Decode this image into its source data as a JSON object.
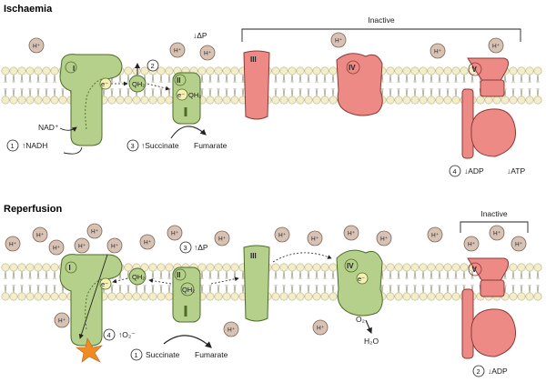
{
  "panels": {
    "ischaemia": {
      "title": "Ischaemia",
      "inactive_label": "Inactive",
      "proton_label": "H⁺",
      "delta_p": "↓ΔP",
      "complexes": [
        "I",
        "II",
        "III",
        "IV",
        "V"
      ],
      "electron": "e⁻",
      "qh2": "QH₂",
      "nad_plus": "NAD⁺",
      "nadh": "↑NADH",
      "succinate": "↑Succinate",
      "fumarate": "Fumarate",
      "adp": "↓ADP",
      "atp": "↓ATP",
      "steps": [
        "1",
        "2",
        "3",
        "4"
      ]
    },
    "reperfusion": {
      "title": "Reperfusion",
      "inactive_label": "Inactive",
      "proton_label": "H⁺",
      "delta_p": "↑ΔP",
      "complexes": [
        "I",
        "II",
        "III",
        "IV",
        "V"
      ],
      "electron": "e⁻",
      "qh2": "QH₂",
      "superoxide": "↑O₂⁻",
      "o2": "O₂",
      "h2o": "H₂O",
      "succinate": "Succinate",
      "fumarate": "Fumarate",
      "adp": "↓ADP",
      "steps": [
        "1",
        "2",
        "3",
        "4"
      ]
    }
  },
  "colors": {
    "active_green": "#b5d08a",
    "inactive_red": "#ee8a86",
    "proton_fill": "#d7c2b4",
    "lipid_head": "#f3edc8",
    "spark": "#f08a24"
  }
}
